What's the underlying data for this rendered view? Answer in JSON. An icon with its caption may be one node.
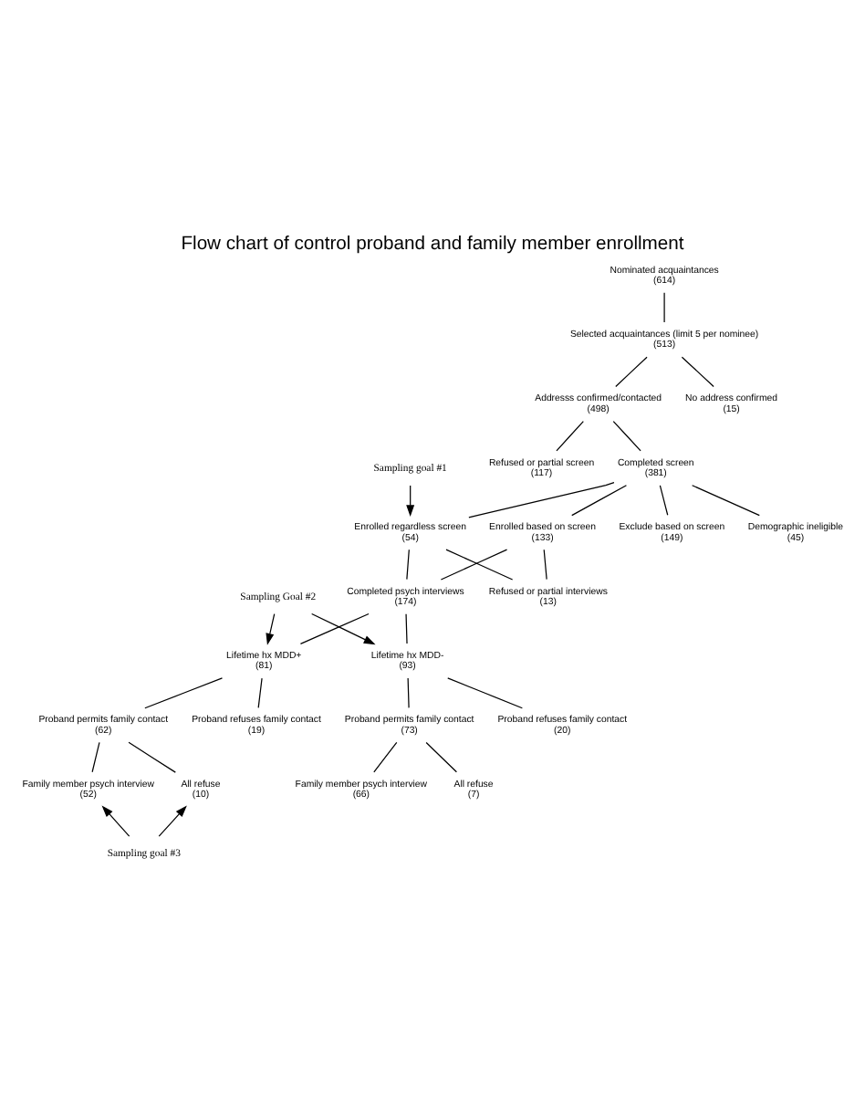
{
  "diagram": {
    "title": "Flow chart of control proband and family member enrollment",
    "nodes": [
      {
        "text": [
          "Nominated acquaintances",
          "(614)"
        ]
      },
      {
        "text": [
          "Selected acquaintances (limit 5 per nominee)",
          "(513)"
        ]
      },
      {
        "text": [
          "Addresss confirmed/contacted",
          "(498)"
        ]
      },
      {
        "text": [
          "No address confirmed",
          "(15)"
        ]
      },
      {
        "text": [
          "Completed screen",
          "(381)"
        ]
      },
      {
        "text": [
          "Refused or partial screen",
          "(117)"
        ]
      },
      {
        "text": [
          "Sampling goal #1"
        ]
      },
      {
        "text": [
          "Enrolled regardless screen",
          "(54)"
        ]
      },
      {
        "text": [
          "Enrolled based on screen",
          "(133)"
        ]
      },
      {
        "text": [
          "Exclude based on screen",
          "(149)"
        ]
      },
      {
        "text": [
          "Demographic ineligible",
          "(45)"
        ]
      },
      {
        "text": [
          "Completed psych interviews",
          "(174)"
        ]
      },
      {
        "text": [
          "Refused or partial interviews",
          "(13)"
        ]
      },
      {
        "text": [
          "Sampling Goal #2"
        ]
      },
      {
        "text": [
          "Lifetime hx MDD+",
          "(81)"
        ]
      },
      {
        "text": [
          "Lifetime hx MDD-",
          "(93)"
        ]
      },
      {
        "text": [
          "Proband permits family contact",
          "(62)"
        ]
      },
      {
        "text": [
          "Proband refuses family contact",
          "(19)"
        ]
      },
      {
        "text": [
          "Proband permits family contact",
          "(73)"
        ]
      },
      {
        "text": [
          "Proband refuses family contact",
          "(20)"
        ]
      },
      {
        "text": [
          "Family member psych interview",
          "(52)"
        ]
      },
      {
        "text": [
          "All refuse",
          "(10)"
        ]
      },
      {
        "text": [
          "Family member psych interview",
          "(66)"
        ]
      },
      {
        "text": [
          "All refuse",
          "(7)"
        ]
      },
      {
        "text": [
          "Sampling goal #3"
        ]
      }
    ],
    "edges": [
      {
        "from": 0,
        "to": 1,
        "arrow": "none"
      },
      {
        "from": 1,
        "to": 2,
        "arrow": "none"
      },
      {
        "from": 1,
        "to": 3,
        "arrow": "none"
      },
      {
        "from": 2,
        "to": 4,
        "arrow": "none"
      },
      {
        "from": 2,
        "to": 5,
        "arrow": "none"
      },
      {
        "from": 6,
        "to": 7,
        "arrow": "to"
      },
      {
        "from": 4,
        "to": 7,
        "arrow": "none"
      },
      {
        "from": 4,
        "to": 8,
        "arrow": "none"
      },
      {
        "from": 4,
        "to": 9,
        "arrow": "none"
      },
      {
        "from": 4,
        "to": 10,
        "arrow": "none"
      },
      {
        "from": 7,
        "to": 11,
        "arrow": "none"
      },
      {
        "from": 7,
        "to": 12,
        "arrow": "none"
      },
      {
        "from": 8,
        "to": 11,
        "arrow": "none"
      },
      {
        "from": 8,
        "to": 12,
        "arrow": "none"
      },
      {
        "from": 11,
        "to": 14,
        "arrow": "none"
      },
      {
        "from": 11,
        "to": 15,
        "arrow": "none"
      },
      {
        "from": 13,
        "to": 14,
        "arrow": "to"
      },
      {
        "from": 13,
        "to": 15,
        "arrow": "to"
      },
      {
        "from": 14,
        "to": 16,
        "arrow": "none"
      },
      {
        "from": 14,
        "to": 17,
        "arrow": "none"
      },
      {
        "from": 15,
        "to": 18,
        "arrow": "none"
      },
      {
        "from": 15,
        "to": 19,
        "arrow": "none"
      },
      {
        "from": 16,
        "to": 20,
        "arrow": "none"
      },
      {
        "from": 16,
        "to": 21,
        "arrow": "none"
      },
      {
        "from": 18,
        "to": 22,
        "arrow": "none"
      },
      {
        "from": 18,
        "to": 23,
        "arrow": "none"
      },
      {
        "from": 24,
        "to": 20,
        "arrow": "to"
      },
      {
        "from": 24,
        "to": 21,
        "arrow": "to"
      }
    ]
  }
}
